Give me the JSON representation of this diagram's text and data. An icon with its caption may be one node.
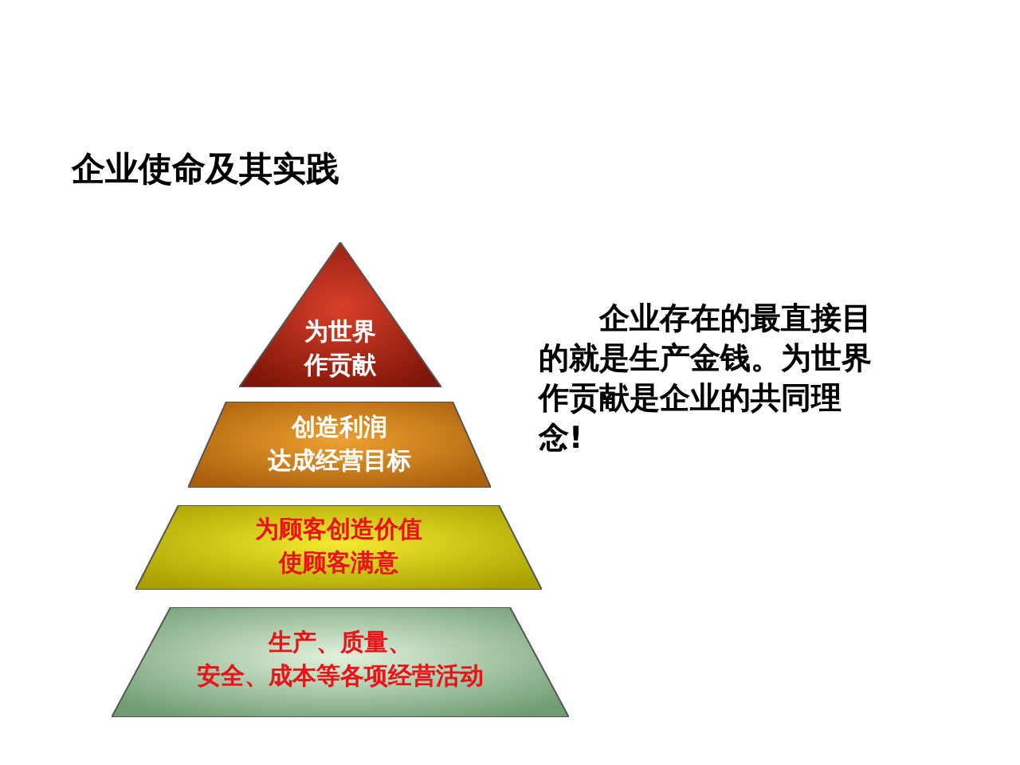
{
  "diagram": {
    "title": "企业使命及其实践",
    "nodes": [
      {
        "text": [
          "为世界作贡献"
        ]
      },
      {
        "text": [
          "创造利润达成经营目标"
        ]
      },
      {
        "text": [
          "为顾客创造价值使顾客满意"
        ]
      },
      {
        "text": [
          "生产、质量、安全、成本等各项经营活动"
        ]
      }
    ],
    "labels": [
      "企业存在的最直接目的就是生产金钱。为世界作贡献是企业的共同理念!"
    ]
  }
}
